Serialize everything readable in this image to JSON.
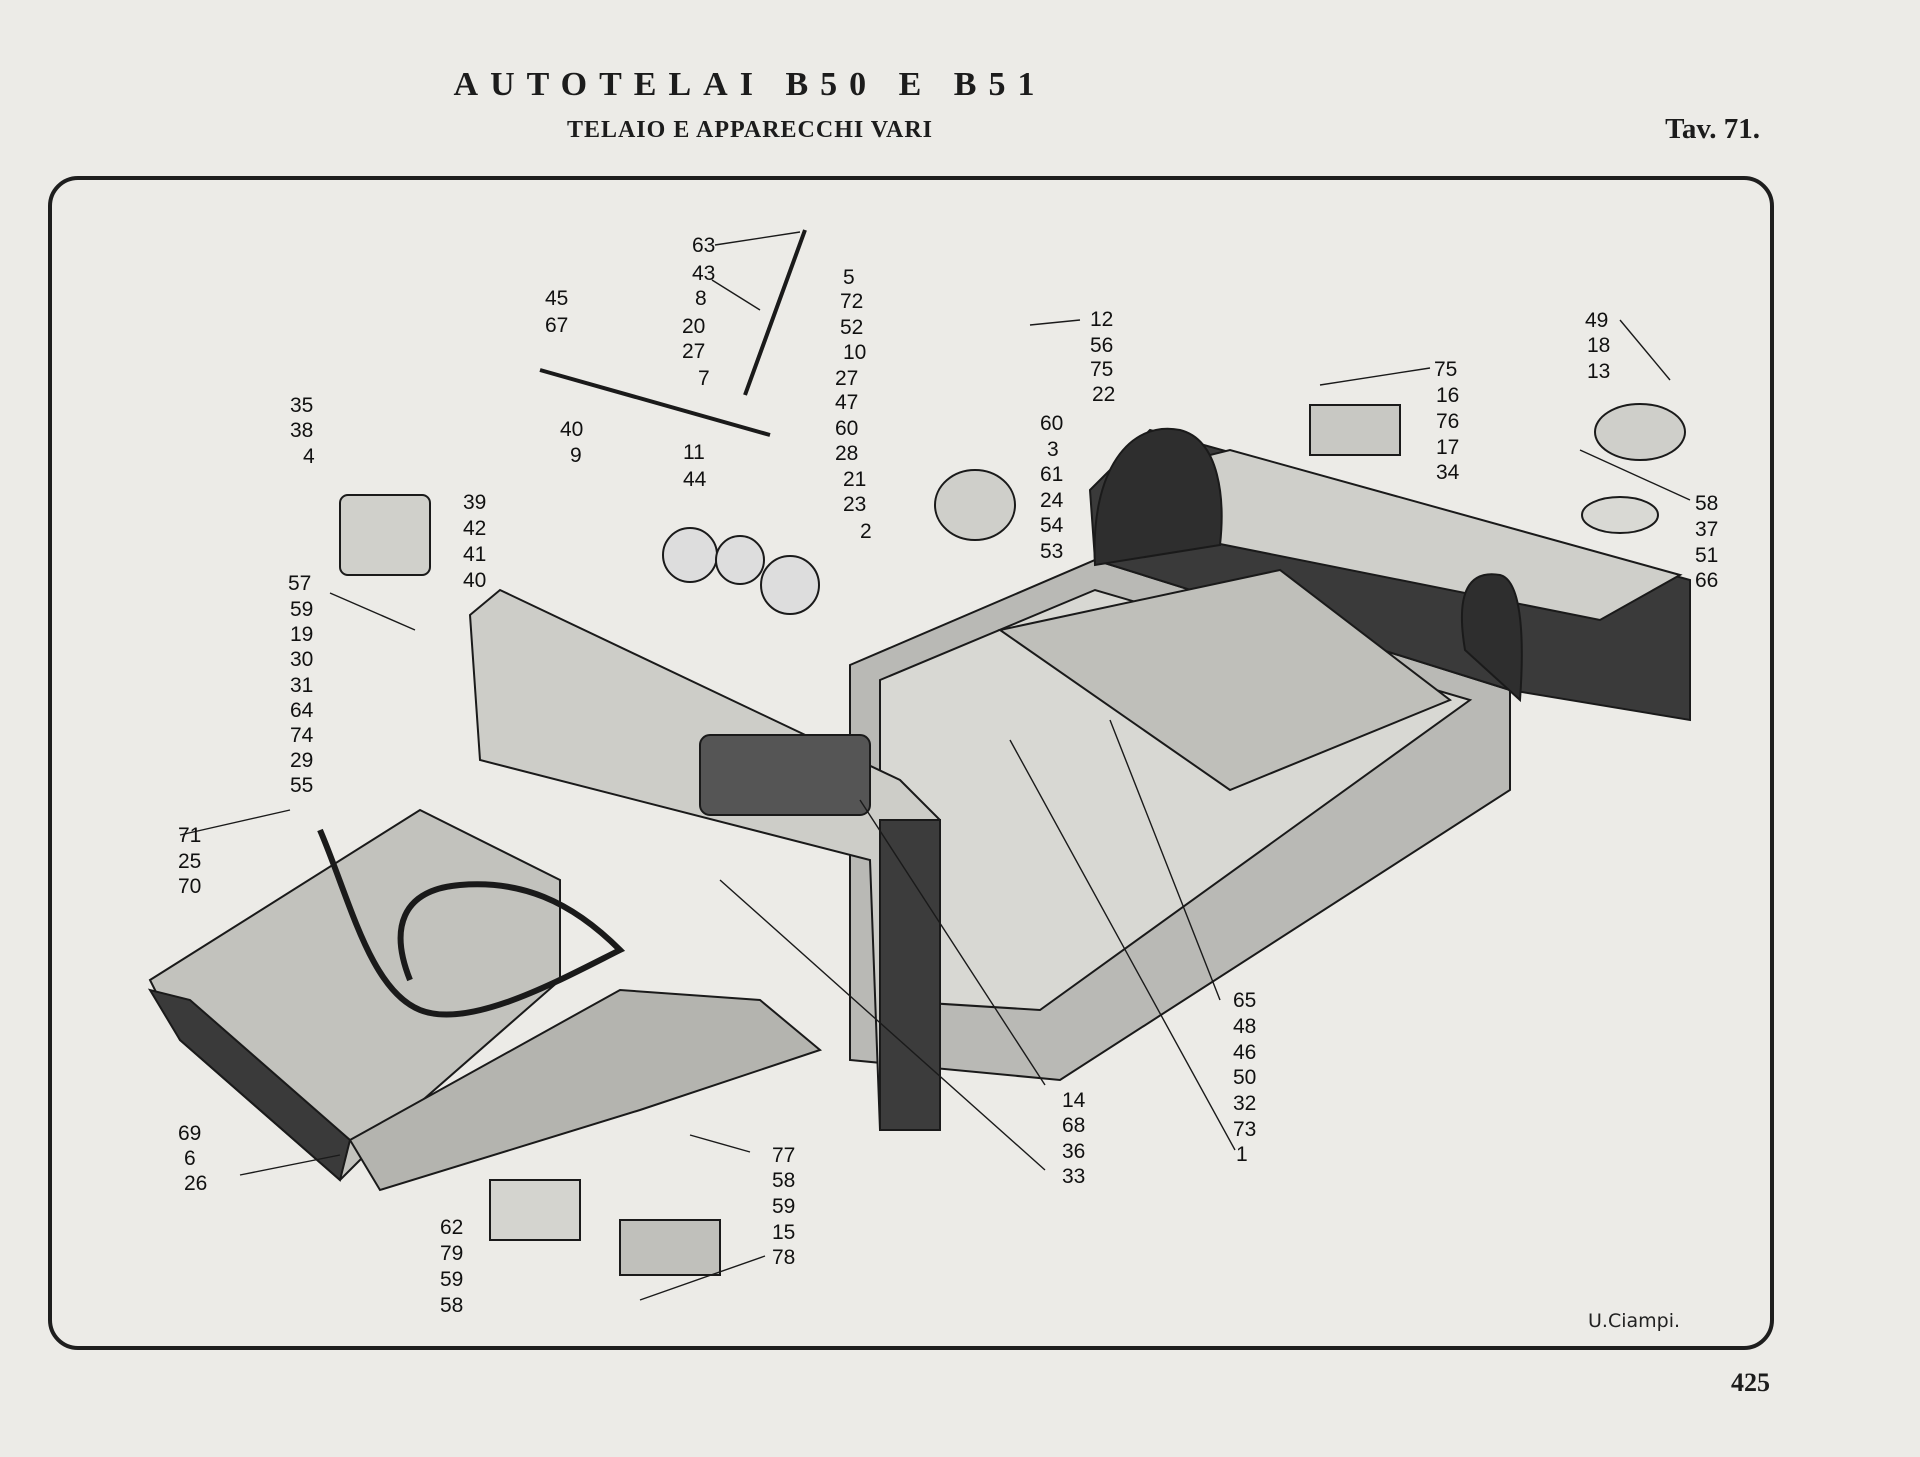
{
  "header": {
    "title": "AUTOTELAI B50 E B51",
    "subtitle": "TELAIO E APPARECCHI VARI",
    "plate": "Tav. 71."
  },
  "footer": {
    "page_number": "425",
    "signature": "U.Ciampi."
  },
  "callouts": [
    "63",
    "43",
    "8",
    "20",
    "27",
    "7",
    "45",
    "67",
    "5",
    "72",
    "52",
    "10",
    "27",
    "47",
    "60",
    "28",
    "21",
    "23",
    "2",
    "12",
    "56",
    "75",
    "22",
    "60",
    "3",
    "61",
    "24",
    "54",
    "53",
    "35",
    "38",
    "4",
    "40",
    "9",
    "11",
    "44",
    "39",
    "42",
    "41",
    "40",
    "57",
    "59",
    "19",
    "30",
    "31",
    "64",
    "74",
    "29",
    "55",
    "71",
    "25",
    "70",
    "69",
    "6",
    "26",
    "75",
    "16",
    "76",
    "17",
    "34",
    "49",
    "18",
    "13",
    "58",
    "37",
    "51",
    "66",
    "65",
    "48",
    "46",
    "50",
    "32",
    "73",
    "1",
    "14",
    "68",
    "36",
    "33",
    "77",
    "58",
    "59",
    "15",
    "78",
    "62",
    "79",
    "59",
    "58"
  ],
  "colors": {
    "paper": "#ecebe7",
    "ink": "#1a1a1a"
  }
}
